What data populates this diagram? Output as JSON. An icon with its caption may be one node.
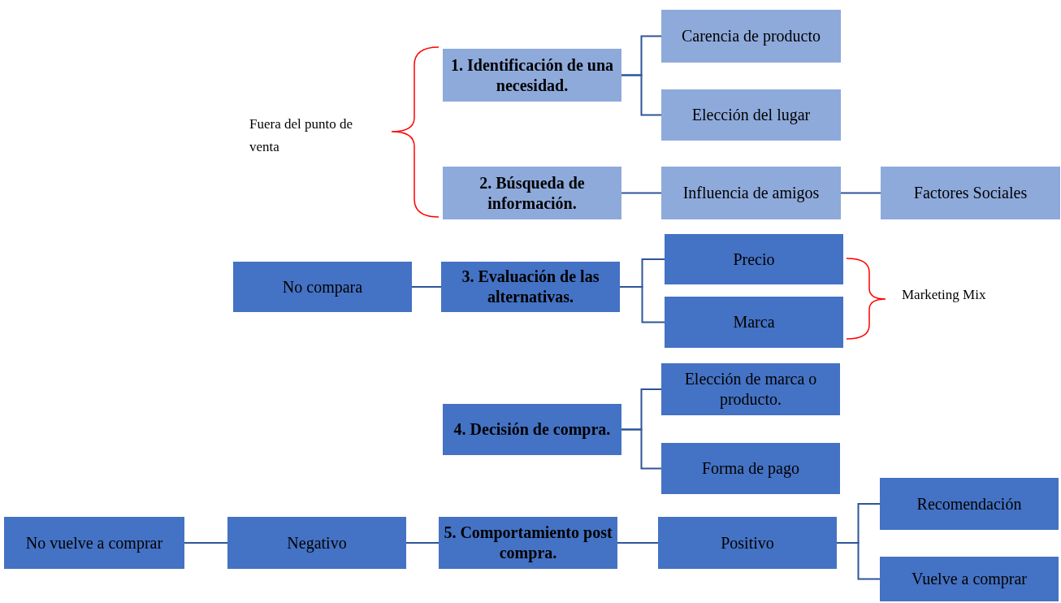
{
  "diagram": {
    "nodes": [
      {
        "text": [
          "1. Identificación de una necesidad."
        ]
      },
      {
        "text": [
          "Carencia de producto"
        ]
      },
      {
        "text": [
          "Elección del lugar"
        ]
      },
      {
        "text": [
          "2. Búsqueda de información."
        ]
      },
      {
        "text": [
          "Influencia de amigos"
        ]
      },
      {
        "text": [
          "Factores Sociales"
        ]
      },
      {
        "text": [
          "No compara"
        ]
      },
      {
        "text": [
          "3. Evaluación de las alternativas."
        ]
      },
      {
        "text": [
          "Precio"
        ]
      },
      {
        "text": [
          "Marca"
        ]
      },
      {
        "text": [
          "4. Decisión de compra."
        ]
      },
      {
        "text": [
          "Elección de marca o producto."
        ]
      },
      {
        "text": [
          "Forma de pago"
        ]
      },
      {
        "text": [
          "No vuelve a comprar"
        ]
      },
      {
        "text": [
          "Negativo"
        ]
      },
      {
        "text": [
          "5. Comportamiento post compra."
        ]
      },
      {
        "text": [
          "Positivo"
        ]
      },
      {
        "text": [
          "Recomendación"
        ]
      },
      {
        "text": [
          "Vuelve a comprar"
        ]
      }
    ],
    "edges": [
      {
        "from": 0,
        "to": 1,
        "arrow": "none"
      },
      {
        "from": 0,
        "to": 2,
        "arrow": "none"
      },
      {
        "from": 3,
        "to": 4,
        "arrow": "none"
      },
      {
        "from": 4,
        "to": 5,
        "arrow": "none"
      },
      {
        "from": 6,
        "to": 7,
        "arrow": "none"
      },
      {
        "from": 7,
        "to": 8,
        "arrow": "none"
      },
      {
        "from": 7,
        "to": 9,
        "arrow": "none"
      },
      {
        "from": 10,
        "to": 11,
        "arrow": "none"
      },
      {
        "from": 10,
        "to": 12,
        "arrow": "none"
      },
      {
        "from": 13,
        "to": 14,
        "arrow": "none"
      },
      {
        "from": 14,
        "to": 15,
        "arrow": "none"
      },
      {
        "from": 15,
        "to": 16,
        "arrow": "none"
      },
      {
        "from": 16,
        "to": 17,
        "arrow": "none"
      },
      {
        "from": 16,
        "to": 18,
        "arrow": "none"
      }
    ],
    "labels": [
      "Fuera del punto de venta",
      "Marketing Mix"
    ]
  }
}
